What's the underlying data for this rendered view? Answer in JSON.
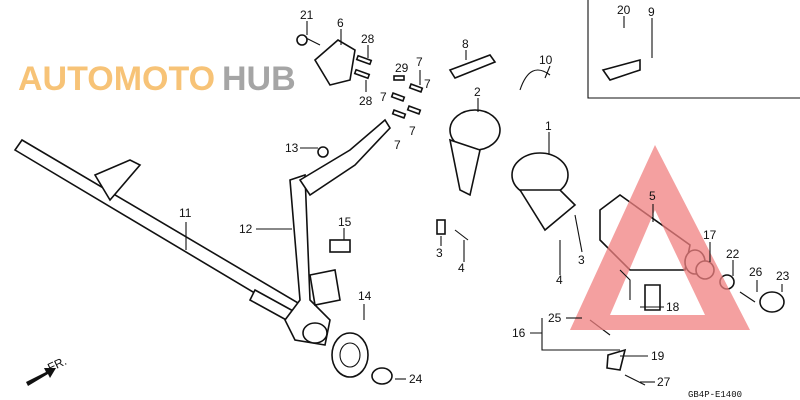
{
  "callouts": [
    "21",
    "6",
    "28",
    "28",
    "29",
    "7",
    "7",
    "7",
    "7",
    "7",
    "8",
    "10",
    "20",
    "9",
    "2",
    "1",
    "13",
    "11",
    "12",
    "15",
    "3",
    "4",
    "3",
    "4",
    "5",
    "17",
    "22",
    "26",
    "23",
    "18",
    "25",
    "16",
    "19",
    "14",
    "24",
    "27"
  ],
  "diagram_code": "GB4P-E1400",
  "direction_label": "FR.",
  "watermark": {
    "text_left": "AUTOMOTO",
    "text_right": "HUB",
    "color_left": "#f5b04a",
    "color_mid": "#f08080",
    "color_right": "#888888",
    "triangle_color": "#f08080"
  }
}
